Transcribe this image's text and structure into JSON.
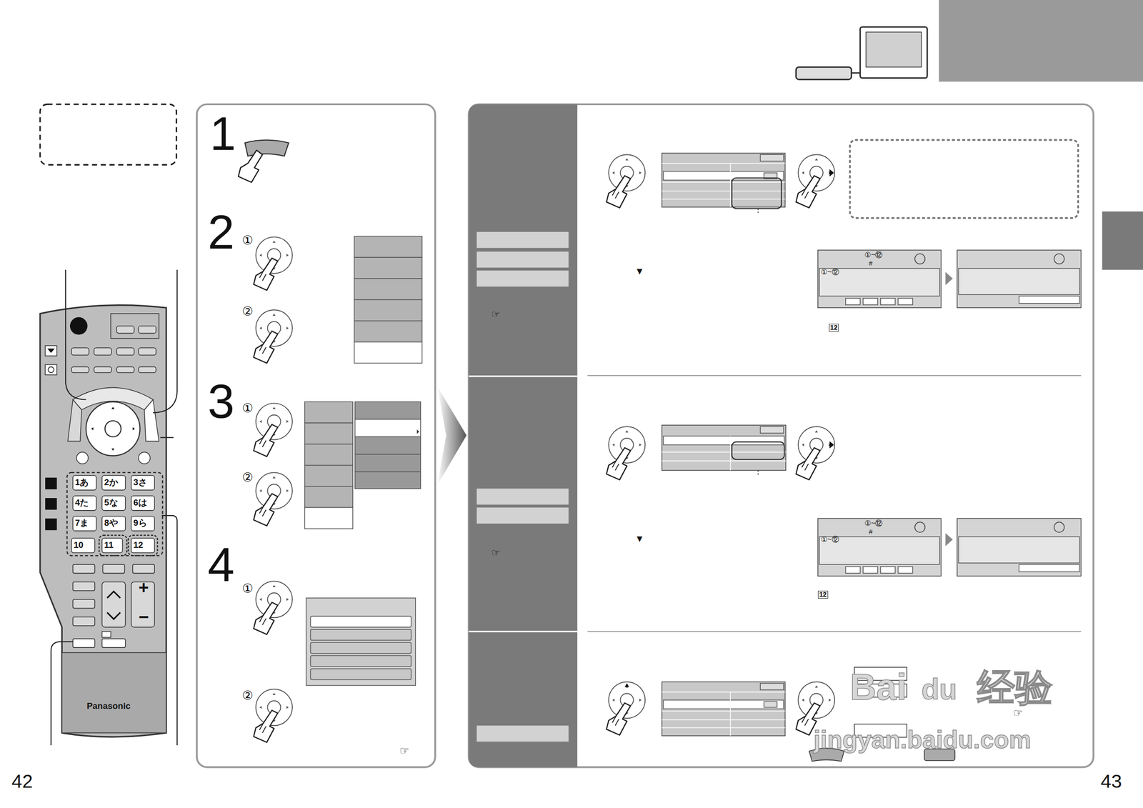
{
  "diagram": {
    "labels": [
      "1",
      "2",
      "①",
      "②",
      "3",
      "①",
      "②",
      "4",
      "①",
      "②",
      "☞",
      "1あ",
      "2か",
      "3さ",
      "4た",
      "5な",
      "6は",
      "7ま",
      "8や",
      "9ら",
      "10",
      "11",
      "12",
      "+",
      "−",
      "Panasonic",
      "▼",
      "①~⑫",
      "#",
      "①~⑫",
      "☞",
      "12",
      "▼",
      "①~⑫",
      "#",
      "①~⑫",
      "☞",
      "12",
      "☞",
      "Bai",
      "du",
      "经验",
      "jingyan.baidu.com",
      "42",
      "43"
    ]
  }
}
